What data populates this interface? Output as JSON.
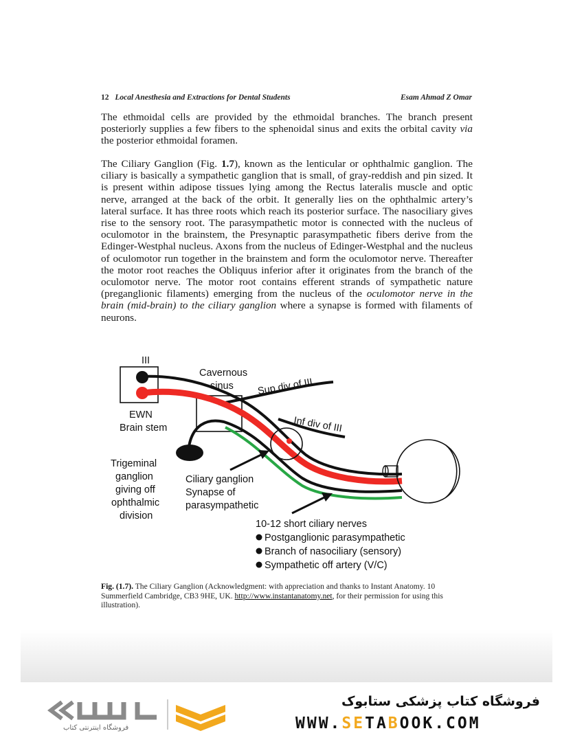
{
  "header": {
    "page_number": "12",
    "book_title": "Local Anesthesia and Extractions for Dental Students",
    "author": "Esam Ahmad Z Omar"
  },
  "paragraphs": {
    "p1": {
      "a": "The ethmoidal cells are provided by the ethmoidal branches. The branch present posteriorly supplies a few fibers to the sphenoidal sinus and exits the orbital cavity ",
      "via": "via",
      "b": " the posterior ethmoidal foramen."
    },
    "p2": {
      "a": "The Ciliary Ganglion (Fig. ",
      "fig": "1.7",
      "b": "), known as the lenticular or ophthalmic ganglion. The ciliary is basically a sympathetic ganglion that is small, of gray-reddish and pin sized. It is present within adipose tissues lying among the Rectus lateralis muscle and optic nerve, arranged at the back of the orbit. It generally lies on the ophthalmic artery’s lateral surface. It has three roots which reach its posterior surface. The nasociliary gives rise to the sensory root. The parasympathetic motor is connected with the nucleus of oculomotor in the brainstem, the Presynaptic parasympathetic fibers derive from the Edinger-Westphal nucleus. Axons from the nucleus of Edinger-Westphal and the nucleus of oculomotor run together in the brainstem and form the oculomotor nerve. Thereafter the motor root reaches the Obliquus inferior after it originates from the branch of the oculomotor nerve. The motor root contains efferent strands of sympathetic nature (preganglionic filaments) emerging from the nucleus of the ",
      "italic": "oculomotor nerve in the brain (mid-brain) to the ciliary ganglion",
      "c": " where a synapse is formed with filaments of neurons."
    }
  },
  "figure": {
    "labels": {
      "nerve_iii": "III",
      "cavernous": "Cavernous",
      "sinus": "sinus",
      "sup_div": "Sup div of III",
      "inf_div": "Inf div of III",
      "ewn": "EWN",
      "brain_stem": "Brain stem",
      "trig1": "Trigeminal",
      "trig2": "ganglion",
      "trig3": "giving off",
      "trig4": "ophthalmic",
      "trig5": "division",
      "cil1": "Ciliary ganglion",
      "cil2": "Synapse of",
      "cil3": "parasympathetic",
      "short_nerves": "10-12 short ciliary nerves",
      "bullet1": "Postganglionic parasympathetic",
      "bullet2": "Branch of nasociliary (sensory)",
      "bullet3": "Sympathetic off artery (V/C)"
    },
    "colors": {
      "parasympathetic": "#ee2a24",
      "motor": "#111111",
      "sensory": "#28a745"
    }
  },
  "caption": {
    "fig": "Fig. (1.7).",
    "a": " The Ciliary Ganglion (Acknowledgment: with appreciation and thanks to Instant Anatomy. 10 Summerfield Cambridge, CB3 9HE, UK. ",
    "url": "http://www.instantanatomy.net",
    "b": ", for their permission for using this illustration)."
  },
  "footer": {
    "store_name_fa": "فروشگاه کتاب پزشکی ستابوک",
    "url_parts": [
      "WWW.",
      "SE",
      "TA",
      "B",
      "OOK.COM"
    ],
    "logo_tagline_fa": "فروشگاه اینترنتی کتاب"
  }
}
